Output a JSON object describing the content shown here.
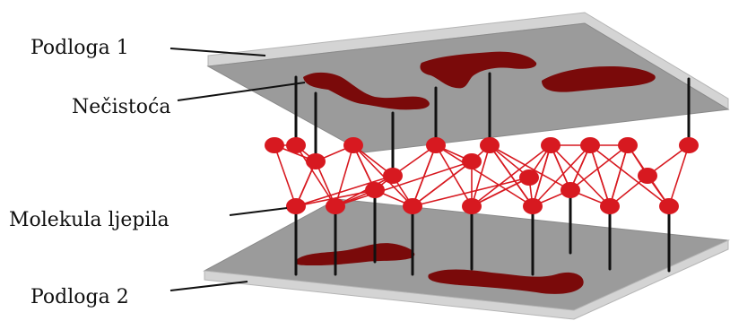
{
  "labels": {
    "substrate_1": "Podloga 1",
    "impurity": "Nečistoća",
    "adhesive_molecule": "Molekula ljepila",
    "substrate_2": "Podloga 2"
  },
  "colors": {
    "plate_top": "#9b9b9b",
    "plate_edge": "#d4d4d4",
    "impurity": "#7a0a0a",
    "molecule": "#d71920",
    "bond": "#d71920",
    "anchor": "#111111"
  }
}
